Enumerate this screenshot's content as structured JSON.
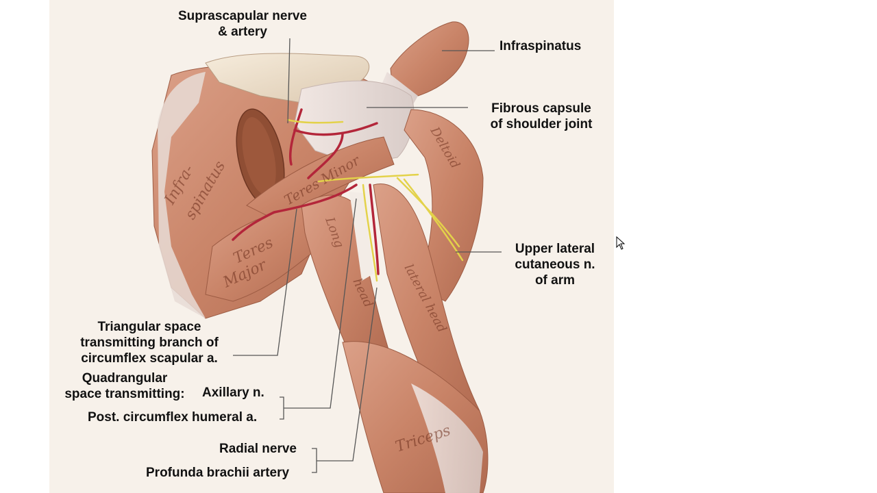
{
  "labels": {
    "suprascapular": "Suprascapular nerve\n& artery",
    "infraspinatus": "Infraspinatus",
    "fibrous_capsule": "Fibrous capsule\nof shoulder joint",
    "upper_lateral": "Upper lateral\ncutaneous n.\nof arm",
    "triangular_space": "Triangular space\ntransmitting branch of\ncircumflex scapular a.",
    "quadrangular_space": "Quadrangular\nspace transmitting:",
    "axillary_n": "Axillary n.",
    "post_circumflex": "Post. circumflex humeral a.",
    "radial_nerve": "Radial nerve",
    "profunda": "Profunda brachii artery"
  },
  "illustration_text": {
    "infraspinatus": "Infra-",
    "infraspinatus2": "spinatus",
    "teres_minor": "Teres Minor",
    "teres_major": "Teres",
    "teres_major2": "Major",
    "long_head": "Long",
    "long_head2": "head",
    "lateral_head": "lateral head",
    "deltoid": "Deltoid",
    "triceps": "Triceps"
  },
  "colors": {
    "panel_bg": "#f7f1ea",
    "muscle": "#c98468",
    "muscle_dark": "#a95f45",
    "tendon": "#e7dcd8",
    "bone": "#efe2cf",
    "artery": "#b3263a",
    "nerve": "#e3d24a",
    "leader": "#555555"
  }
}
